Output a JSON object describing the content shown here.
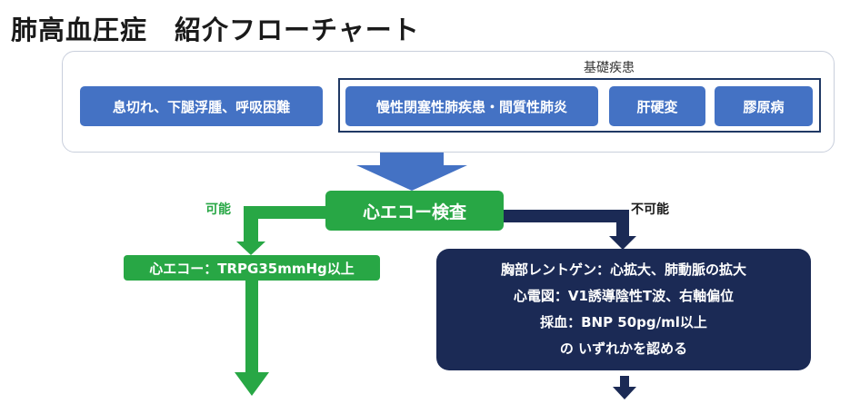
{
  "title": "肺高血圧症　紹介フローチャート",
  "underlying": {
    "label": "基礎疾患",
    "symptoms": "息切れ、下腿浮腫、呼吸困難",
    "diseases": [
      "慢性閉塞性肺疾患・間質性肺炎",
      "肝硬変",
      "膠原病"
    ]
  },
  "echo_check": "心エコー検査",
  "branches": {
    "possible_label": "可能",
    "impossible_label": "不可能",
    "possible_result": "心エコー：TRPG35mmHg以上",
    "impossible_criteria": [
      "胸部レントゲン：心拡大、肺動脈の拡大",
      "心電図：V1誘導陰性T波、右軸偏位",
      "採血：BNP 50pg/ml以上",
      "の いずれかを認める"
    ]
  },
  "colors": {
    "blue": "#4472c4",
    "navy": "#1b2a55",
    "green": "#28a745"
  }
}
